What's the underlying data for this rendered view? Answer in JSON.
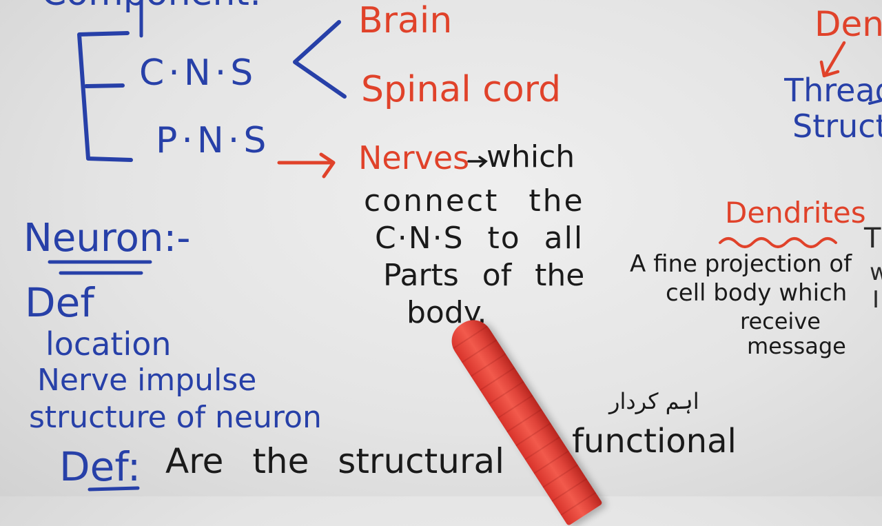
{
  "board": {
    "top_cut": "Component:",
    "cns": "C·N·S",
    "pns": "P·N·S",
    "brain": "Brain",
    "spinal": "Spinal cord",
    "nerves": "Nerves",
    "which": "which",
    "nerve_lines": [
      "connect the",
      "C·N·S to all",
      "Parts of the",
      "body."
    ],
    "neuron": "Neuron:-",
    "list": [
      "Def",
      "location",
      "Nerve impulse",
      "structure of neuron"
    ],
    "def_label": "Def:",
    "def_text": "Are the structural an",
    "def_text2": "functional",
    "urdu_note": "اہم کردار",
    "dendrites_top": "Dendr",
    "thread": "Thread -",
    "structure_cut": "Structu",
    "dendrites": "Dendrites",
    "dend_lines": [
      "A fine projection of",
      "cell body which",
      "receive",
      "message"
    ],
    "edge_chars": [
      "Th",
      "w",
      "I"
    ]
  },
  "colors": {
    "blue_marker": "#2740a8",
    "red_marker": "#e0422a",
    "black_marker": "#1a1a1a",
    "pointer": "#e8453a"
  }
}
